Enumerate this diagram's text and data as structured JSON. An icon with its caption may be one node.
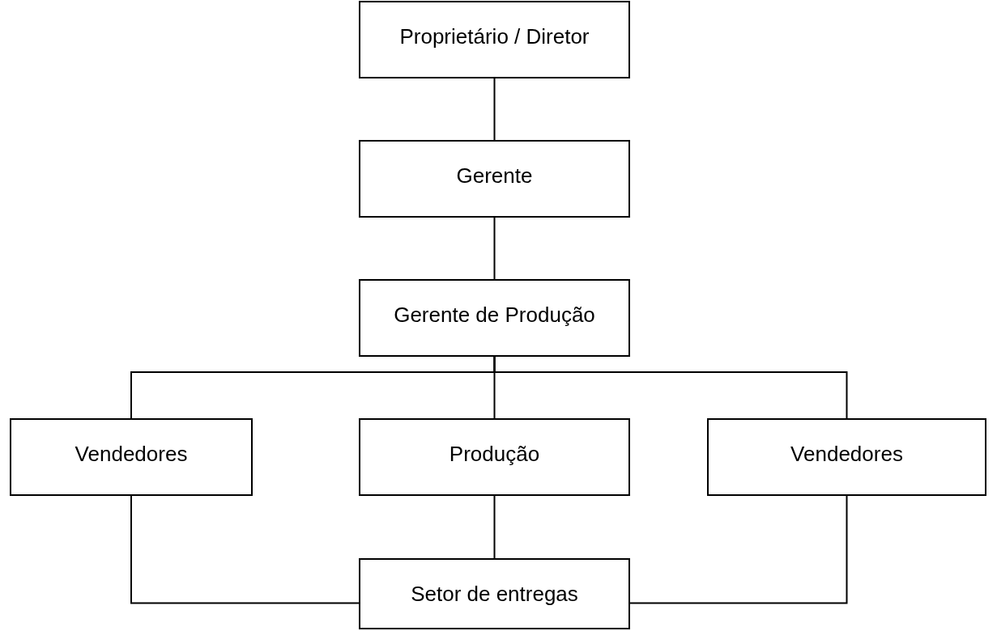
{
  "diagram": {
    "nodes": [
      {
        "text": [
          "Proprietário / Diretor"
        ]
      },
      {
        "text": [
          "Gerente"
        ]
      },
      {
        "text": [
          "Gerente de Produção"
        ]
      },
      {
        "text": [
          "Vendedores"
        ]
      },
      {
        "text": [
          "Produção"
        ]
      },
      {
        "text": [
          "Vendedores"
        ]
      },
      {
        "text": [
          "Setor de entregas"
        ]
      }
    ],
    "edges": [
      {
        "from": 0,
        "to": 1,
        "arrow": "none"
      },
      {
        "from": 1,
        "to": 2,
        "arrow": "none"
      },
      {
        "from": 2,
        "to": 3,
        "arrow": "none"
      },
      {
        "from": 2,
        "to": 4,
        "arrow": "none"
      },
      {
        "from": 2,
        "to": 5,
        "arrow": "none"
      },
      {
        "from": 3,
        "to": 6,
        "arrow": "none"
      },
      {
        "from": 4,
        "to": 6,
        "arrow": "none"
      },
      {
        "from": 5,
        "to": 6,
        "arrow": "none"
      }
    ]
  }
}
